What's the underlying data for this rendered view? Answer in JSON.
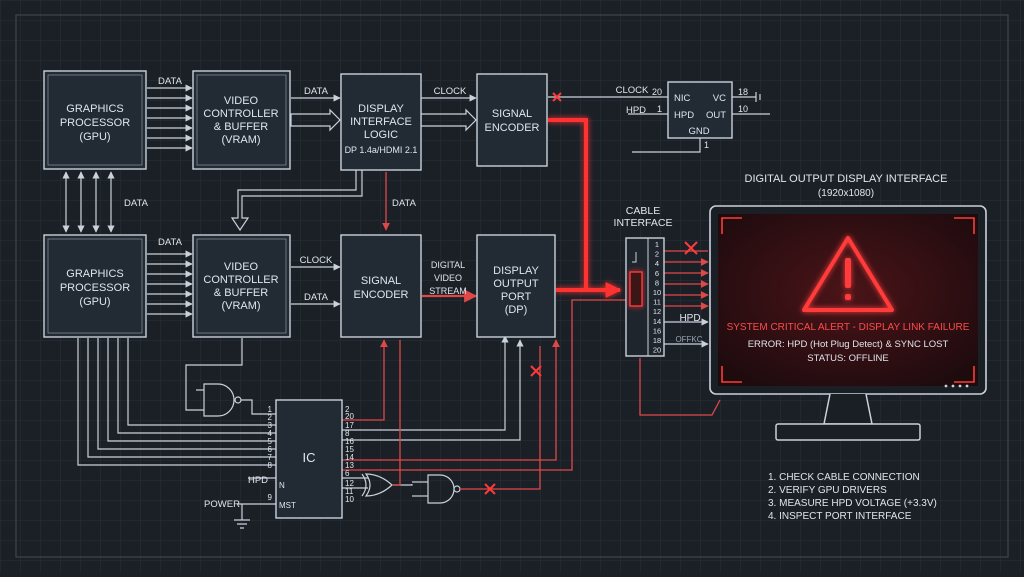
{
  "blocks": {
    "gpu1": [
      "GRAPHICS",
      "PROCESSOR",
      "(GPU)"
    ],
    "vc1": [
      "VIDEO",
      "CONTROLLER",
      "& BUFFER",
      "(VRAM)"
    ],
    "dil": [
      "DISPLAY",
      "INTERFACE",
      "LOGIC"
    ],
    "dil_sub": "DP 1.4a/HDMI 2.1",
    "enc1": [
      "SIGNAL",
      "ENCODER"
    ],
    "gpu2": [
      "GRAPHICS",
      "PROCESSOR",
      "(GPU)"
    ],
    "vc2": [
      "VIDEO",
      "CONTROLLER",
      "& BUFFER",
      "(VRAM)"
    ],
    "enc2": [
      "SIGNAL",
      "ENCODER"
    ],
    "port": [
      "DISPLAY",
      "OUTPUT",
      "PORT",
      "(DP)"
    ],
    "ic": "IC"
  },
  "labels": {
    "data": "DATA",
    "clock": "CLOCK",
    "hpd": "HPD",
    "power": "POWER",
    "digital_video_stream": [
      "DIGITAL",
      "VIDEO",
      "STREAM"
    ],
    "offline_tag": "OFFKC"
  },
  "small_chip": {
    "pins_left": [
      "NIC",
      "HPD"
    ],
    "pins_right": [
      "VC",
      "OUT"
    ],
    "pin_bottom": "GND",
    "nums": [
      "20",
      "1",
      "18",
      "10",
      "1"
    ]
  },
  "ic_pins": {
    "left_nums": [
      "1",
      "2",
      "3",
      "4",
      "5",
      "6",
      "7",
      "8",
      "9"
    ],
    "left_names": [
      "N",
      "MST"
    ],
    "right_nums": [
      "2",
      "20",
      "17",
      "8",
      "16",
      "15",
      "14",
      "13",
      "6",
      "12",
      "11",
      "10"
    ]
  },
  "cable": {
    "title": [
      "CABLE",
      "INTERFACE"
    ],
    "pins": [
      "1",
      "2",
      "4",
      "6",
      "8",
      "10",
      "11",
      "12",
      "14",
      "16",
      "18",
      "20"
    ]
  },
  "monitor": {
    "title": "DIGITAL OUTPUT DISPLAY INTERFACE",
    "resolution": "(1920x1080)",
    "alert": "SYSTEM CRITICAL ALERT - DISPLAY LINK FAILURE",
    "error": "ERROR: HPD (Hot Plug Detect) & SYNC LOST",
    "status": "STATUS: OFFLINE"
  },
  "steps": [
    "1. CHECK CABLE CONNECTION",
    "2. VERIFY GPU DRIVERS",
    "3. MEASURE HPD VOLTAGE (+3.3V)",
    "4. INSPECT PORT INTERFACE"
  ],
  "colors": {
    "background": "#1b2027",
    "line": "#c9d1db",
    "alert_red": "#ff3030",
    "wire_red": "#e04848"
  }
}
